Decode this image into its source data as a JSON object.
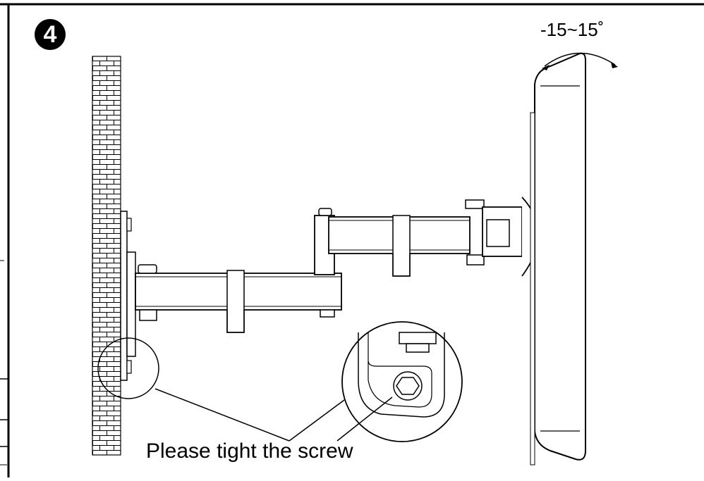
{
  "step": {
    "number": "4"
  },
  "tilt": {
    "label": "-15~15˚"
  },
  "caption": {
    "text": "Please tight the screw"
  }
}
